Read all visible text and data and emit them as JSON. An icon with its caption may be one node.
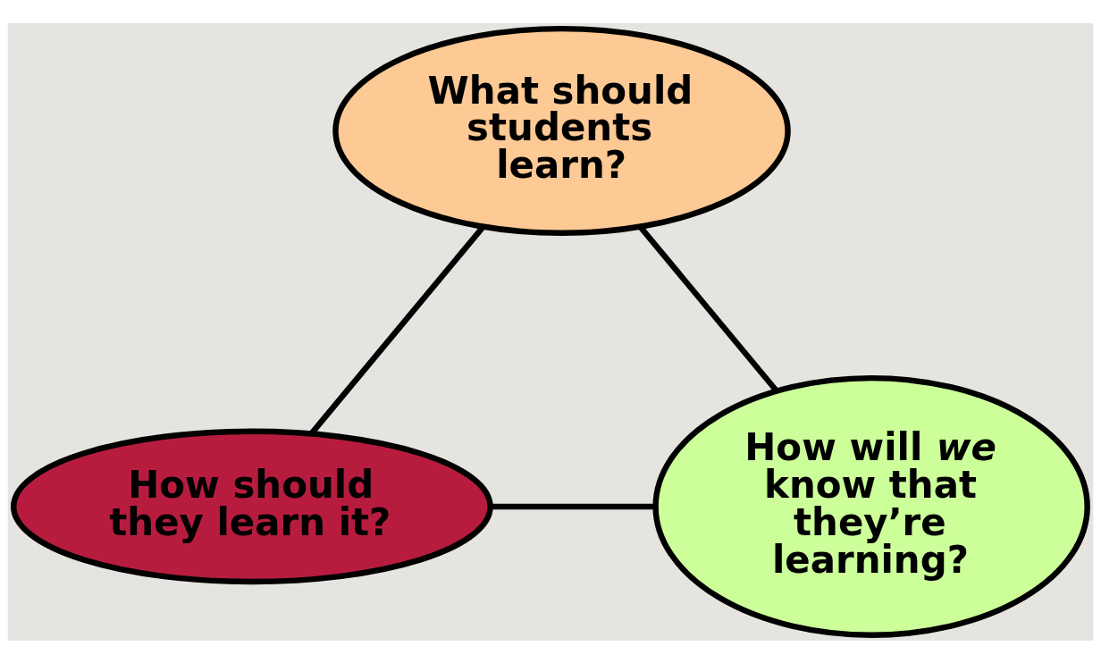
{
  "diagram": {
    "nodes": [
      {
        "text": [
          "What should students learn?"
        ]
      },
      {
        "text": [
          "How should they learn it?"
        ]
      },
      {
        "text": [
          "How will *we* know that they’re learning?"
        ]
      }
    ],
    "edges": [
      {
        "from": 0,
        "to": 1,
        "arrow": "none"
      },
      {
        "from": 0,
        "to": 2,
        "arrow": "none"
      },
      {
        "from": 1,
        "to": 2,
        "arrow": "none"
      }
    ]
  }
}
